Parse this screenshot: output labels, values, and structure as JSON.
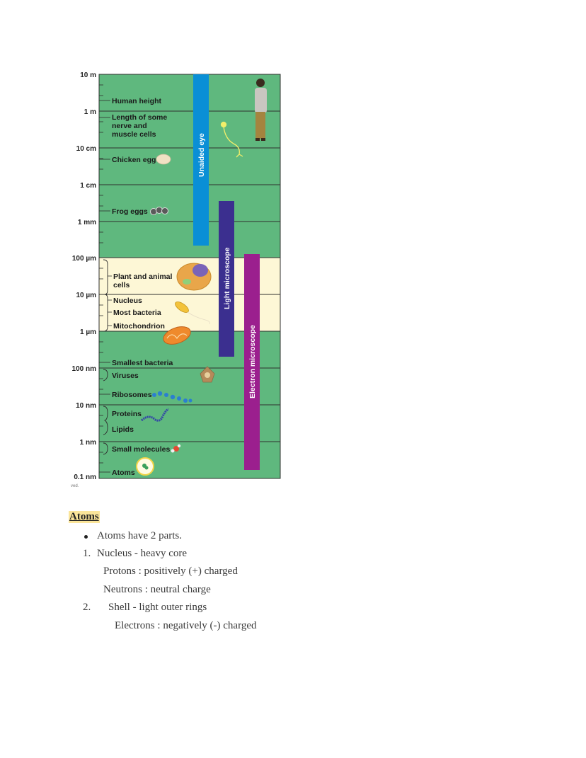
{
  "figure": {
    "scale_labels": [
      "10 m",
      "1 m",
      "10 cm",
      "1 cm",
      "1 mm",
      "100 µm",
      "10 µm",
      "1 µm",
      "100 nm",
      "10 nm",
      "1 nm",
      "0.1 nm"
    ],
    "items": {
      "human_height": "Human height",
      "nerve_1": "Length of some",
      "nerve_2": "nerve and",
      "nerve_3": "muscle cells",
      "chicken_egg": "Chicken egg",
      "frog_eggs": "Frog eggs",
      "cells_1": "Plant and animal",
      "cells_2": "cells",
      "nucleus": "Nucleus",
      "most_bacteria": "Most bacteria",
      "mitochondrion": "Mitochondrion",
      "smallest_bacteria": "Smallest bacteria",
      "viruses": "Viruses",
      "ribosomes": "Ribosomes",
      "proteins": "Proteins",
      "lipids": "Lipids",
      "small_molecules": "Small molecules",
      "atoms": "Atoms"
    },
    "bars": {
      "unaided_eye": "Unaided eye",
      "light_microscope": "Light microscope",
      "electron_microscope": "Electron microscope"
    },
    "credit": "ved.",
    "colors": {
      "background": "#5fb87e",
      "cell_band": "#fdf7d6",
      "unaided_eye": "#0a8fd6",
      "light_microscope": "#3b2f8f",
      "electron_microscope": "#9b1f8e"
    }
  },
  "notes": {
    "heading": "Atoms",
    "bullet": "Atoms have 2 parts.",
    "item1_num": "1.",
    "item1": "Nucleus - heavy core",
    "protons": "Protons : positively (+) charged",
    "neutrons": "Neutrons : neutral charge",
    "item2_num": "2.",
    "item2": "Shell - light outer rings",
    "electrons": "Electrons : negatively (-) charged"
  }
}
